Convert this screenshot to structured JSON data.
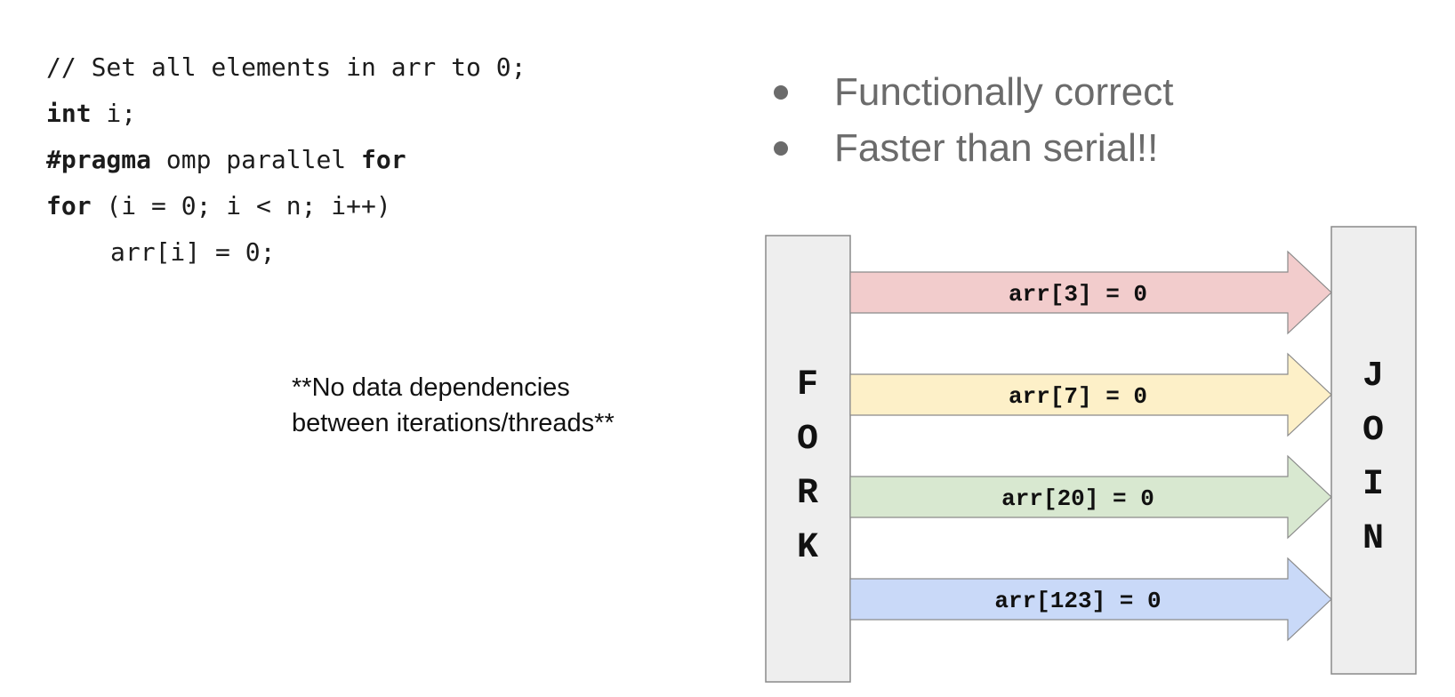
{
  "code": {
    "comment": "// Set all elements in arr to 0;",
    "line2": {
      "kw": "int",
      "rest": " i;"
    },
    "line3": {
      "kw1": "#pragma",
      "mid": " omp parallel ",
      "kw2": "for"
    },
    "line4": {
      "kw": "for",
      "rest": " (i = 0; i < n; i++)"
    },
    "line5": "arr[i] = 0;"
  },
  "note": {
    "line1": "**No data dependencies",
    "line2": "between iterations/threads**"
  },
  "bullets": [
    "Functionally correct",
    "Faster than serial!!"
  ],
  "diagram": {
    "fork_letters": [
      "F",
      "O",
      "R",
      "K"
    ],
    "join_letters": [
      "J",
      "O",
      "I",
      "N"
    ],
    "arrows": [
      {
        "label": "arr[3] = 0",
        "color": "#f2cccc"
      },
      {
        "label": "arr[7] = 0",
        "color": "#fdf0c8"
      },
      {
        "label": "arr[20] = 0",
        "color": "#d8e8d0"
      },
      {
        "label": "arr[123] = 0",
        "color": "#c9d9f8"
      }
    ],
    "box_color": "#eeeeee",
    "stroke_color": "#8a8a8a"
  }
}
